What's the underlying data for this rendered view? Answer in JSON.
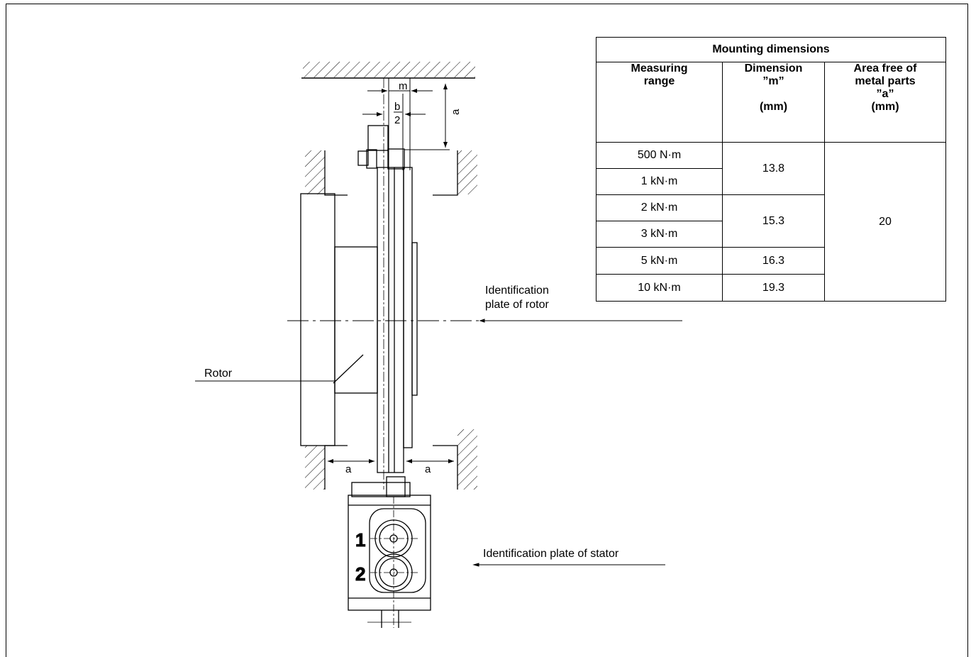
{
  "table": {
    "title": "Mounting dimensions",
    "headers": {
      "measuring": [
        "Measuring",
        "range"
      ],
      "dimension": [
        "Dimension",
        "”m”",
        "(mm)"
      ],
      "area": [
        "Area free of",
        "metal parts",
        "”a”",
        "(mm)"
      ]
    },
    "rows": [
      {
        "ranges": [
          "500 N·m",
          "1 kN·m"
        ],
        "m": "13.8"
      },
      {
        "ranges": [
          "2 kN·m",
          "3 kN·m"
        ],
        "m": "15.3"
      },
      {
        "ranges": [
          "5 kN·m"
        ],
        "m": "16.3"
      },
      {
        "ranges": [
          "10 kN·m"
        ],
        "m": "19.3"
      }
    ],
    "area_value": "20"
  },
  "labels": {
    "rotor": "Rotor",
    "plate_rotor": [
      "Identification",
      "plate of rotor"
    ],
    "plate_stator": "Identification plate of stator"
  },
  "dims": {
    "m": "m",
    "b": "b",
    "two": "2",
    "a_top": "a",
    "a_left": "a",
    "a_right": "a"
  },
  "connectors": {
    "one": "1",
    "two": "2"
  }
}
